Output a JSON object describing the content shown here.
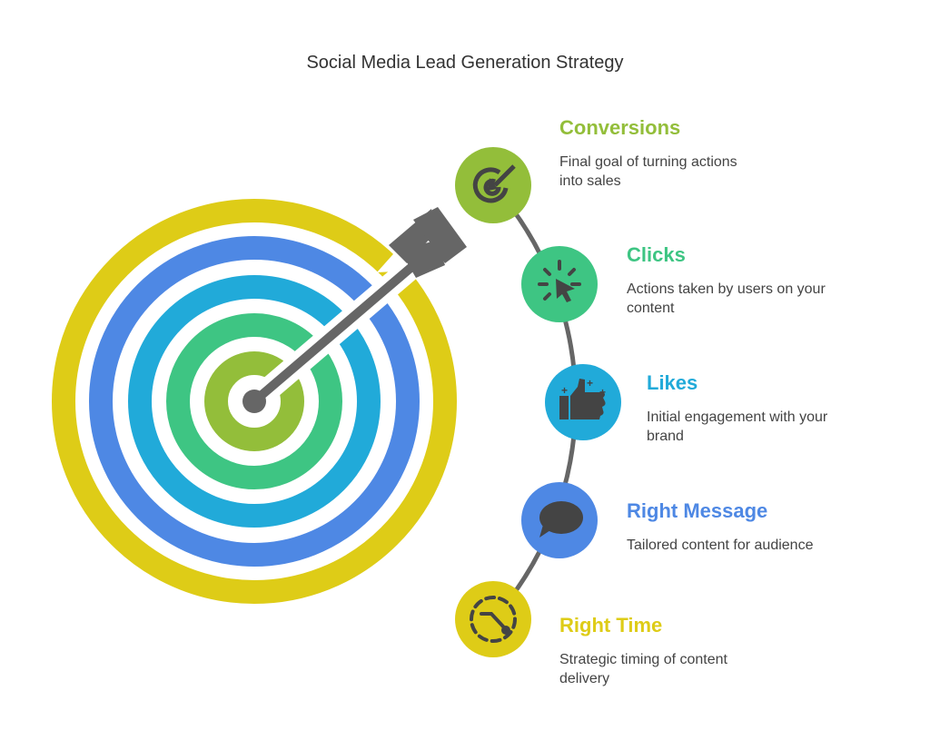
{
  "title": "Social Media Lead Generation Strategy",
  "steps": [
    {
      "title": "Conversions",
      "description_lines": [
        "Final goal of turning actions",
        "into sales"
      ],
      "color": "#93BE3A",
      "icon": "target-arrow-icon"
    },
    {
      "title": "Clicks",
      "description_lines": [
        "Actions taken by users on your",
        "content"
      ],
      "color": "#3EC583",
      "icon": "cursor-click-icon"
    },
    {
      "title": "Likes",
      "description_lines": [
        "Initial engagement with your",
        "brand"
      ],
      "color": "#21AAD9",
      "icon": "thumbs-up-icon"
    },
    {
      "title": "Right Message",
      "description_lines": [
        "Tailored content for audience"
      ],
      "color": "#4E88E4",
      "icon": "speech-bubble-icon"
    },
    {
      "title": "Right Time",
      "description_lines": [
        "Strategic timing of content",
        "delivery"
      ],
      "color": "#DECC17",
      "icon": "clock-icon"
    }
  ]
}
